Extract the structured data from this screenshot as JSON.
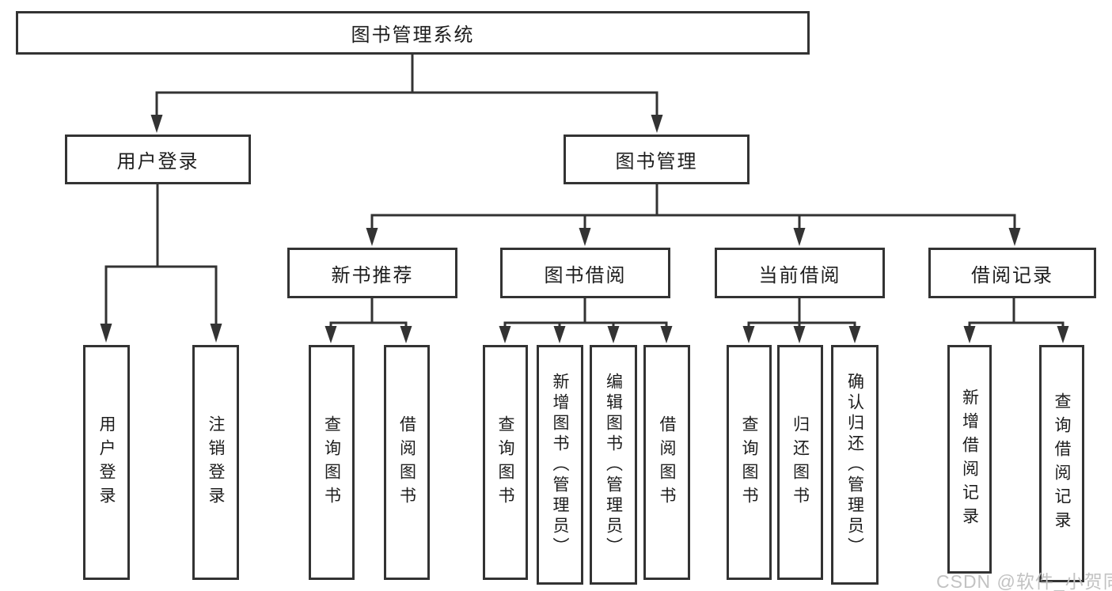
{
  "diagram": {
    "title": "图书管理系统",
    "watermark": "CSDN @软件_小贺同学",
    "colors": {
      "border": "#333333",
      "text": "#1d1d1d",
      "background": "#ffffff",
      "watermark": "#c2c2c2"
    },
    "nodes": {
      "root": {
        "label": "图书管理系统"
      },
      "user_login": {
        "label": "用户登录"
      },
      "book_mgmt": {
        "label": "图书管理"
      },
      "new_book_rec": {
        "label": "新书推荐"
      },
      "book_borrow": {
        "label": "图书借阅"
      },
      "current_borrow": {
        "label": "当前借阅"
      },
      "borrow_records": {
        "label": "借阅记录"
      },
      "leaf_user_login": {
        "label": "用户登录"
      },
      "leaf_logout": {
        "label": "注销登录"
      },
      "leaf_query_book_1": {
        "label": "查询图书"
      },
      "leaf_borrow_book_1": {
        "label": "借阅图书"
      },
      "leaf_query_book_2": {
        "label": "查询图书"
      },
      "leaf_add_book": {
        "label": "新增图书（管理员）"
      },
      "leaf_edit_book": {
        "label": "编辑图书（管理员）"
      },
      "leaf_borrow_book_2": {
        "label": "借阅图书"
      },
      "leaf_query_book_3": {
        "label": "查询图书"
      },
      "leaf_return_book": {
        "label": "归还图书"
      },
      "leaf_confirm_return": {
        "label": "确认归还（管理员）"
      },
      "leaf_add_record": {
        "label": "新增借阅记录"
      },
      "leaf_query_record": {
        "label": "查询借阅记录"
      }
    },
    "hierarchy": {
      "root": [
        "user_login",
        "book_mgmt"
      ],
      "user_login": [
        "leaf_user_login",
        "leaf_logout"
      ],
      "book_mgmt": [
        "new_book_rec",
        "book_borrow",
        "current_borrow",
        "borrow_records"
      ],
      "new_book_rec": [
        "leaf_query_book_1",
        "leaf_borrow_book_1"
      ],
      "book_borrow": [
        "leaf_query_book_2",
        "leaf_add_book",
        "leaf_edit_book",
        "leaf_borrow_book_2"
      ],
      "current_borrow": [
        "leaf_query_book_3",
        "leaf_return_book",
        "leaf_confirm_return"
      ],
      "borrow_records": [
        "leaf_add_record",
        "leaf_query_record"
      ]
    }
  }
}
